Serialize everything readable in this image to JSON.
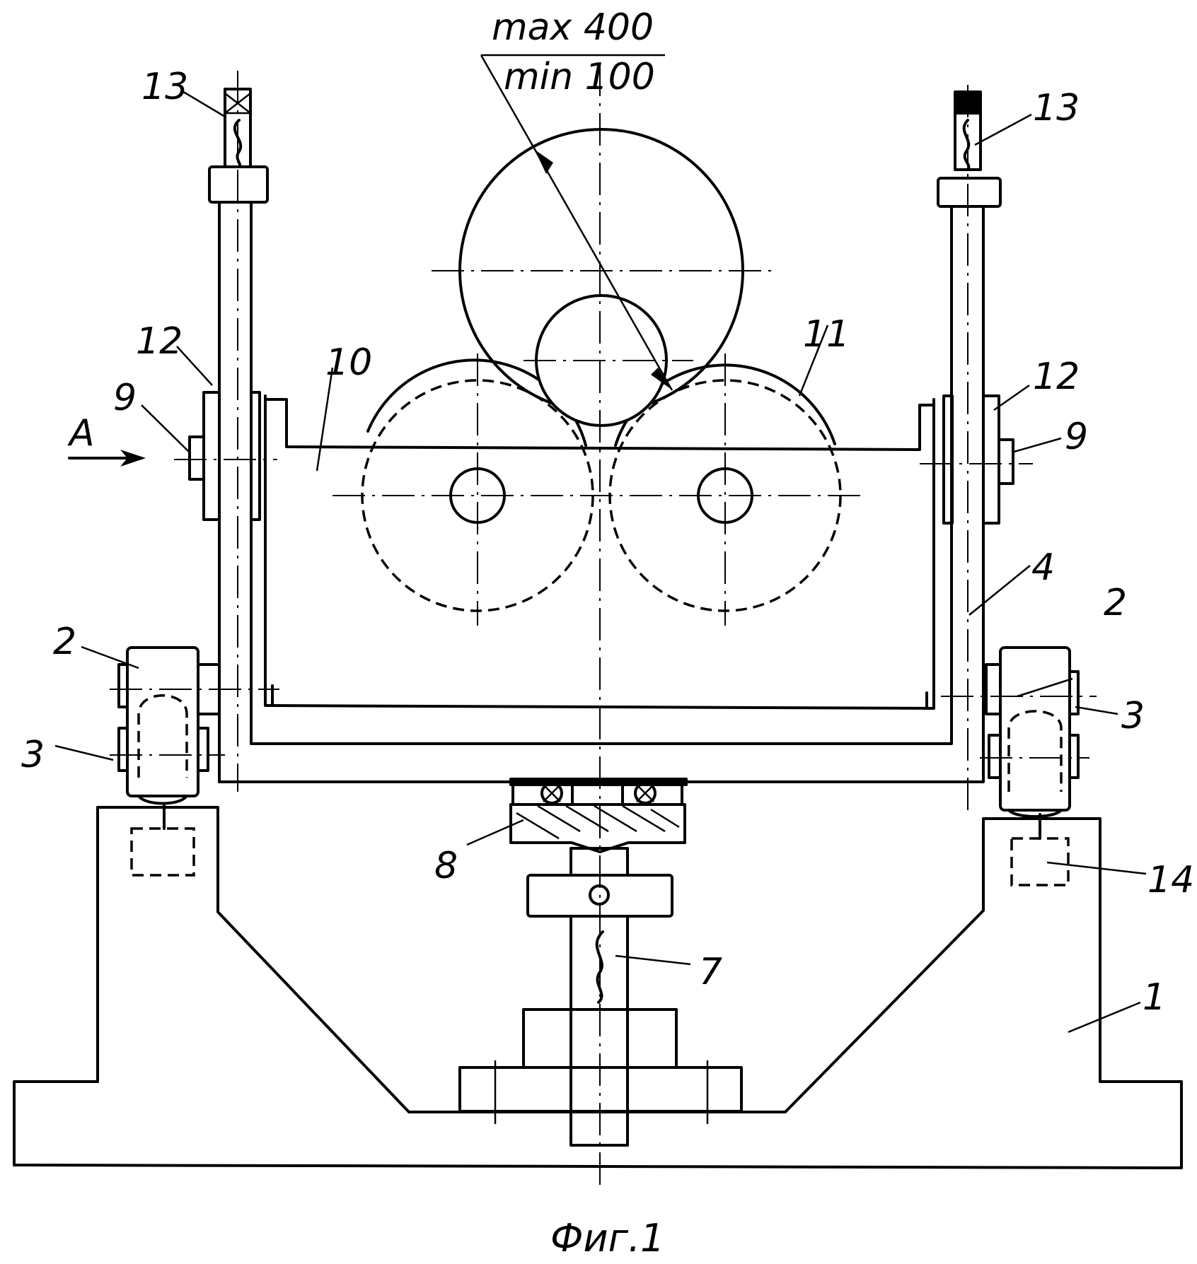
{
  "diagram": {
    "dimension": {
      "max": "max 400",
      "min": "min 100"
    },
    "view_arrow": "A",
    "labels": {
      "n1": "1",
      "n2_left": "2",
      "n2_right": "2",
      "n3_left": "3",
      "n3_right": "3",
      "n4": "4",
      "n7": "7",
      "n8": "8",
      "n9_left": "9",
      "n9_right": "9",
      "n10": "10",
      "n11": "11",
      "n12_left": "12",
      "n12_right": "12",
      "n13_left": "13",
      "n13_right": "13",
      "n14": "14"
    },
    "caption": "Фиг.1"
  }
}
